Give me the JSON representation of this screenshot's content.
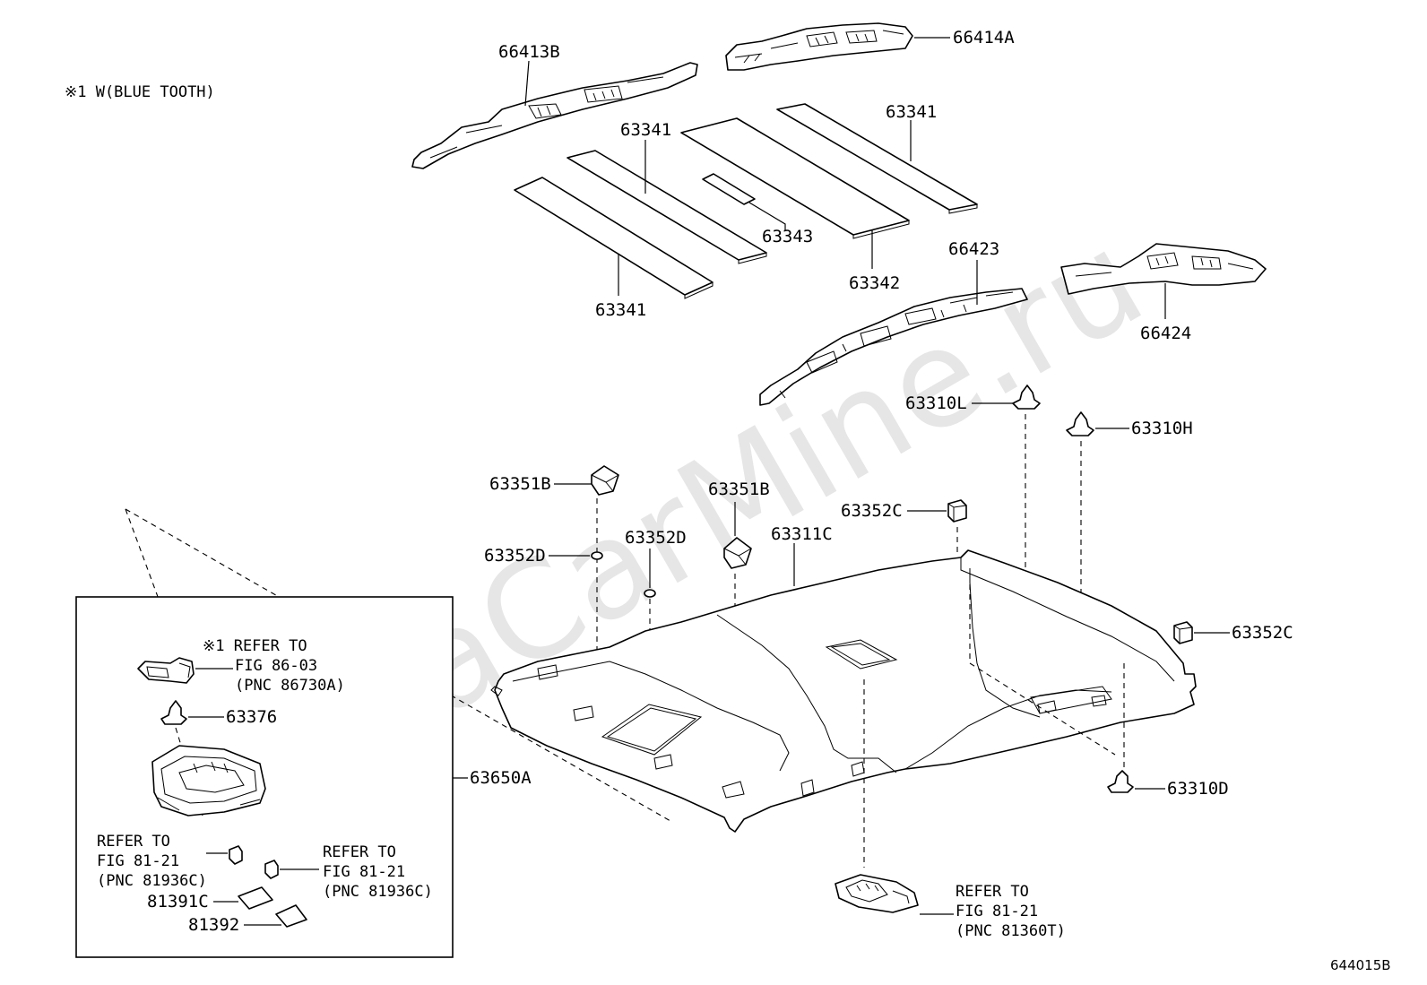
{
  "note": "※1 W(BLUE TOOTH)",
  "watermark": "ToyotaCarMine.ru",
  "figure_id": "644015B",
  "parts": {
    "p66413B": "66413B",
    "p66414A": "66414A",
    "p63341_a": "63341",
    "p63341_b": "63341",
    "p63341_c": "63341",
    "p63343": "63343",
    "p63342": "63342",
    "p66423": "66423",
    "p66424": "66424",
    "p63310L": "63310L",
    "p63310H": "63310H",
    "p63351B_a": "63351B",
    "p63351B_b": "63351B",
    "p63352C_a": "63352C",
    "p63352C_b": "63352C",
    "p63352D_a": "63352D",
    "p63352D_b": "63352D",
    "p63311C": "63311C",
    "p63310D": "63310D",
    "p63650A": "63650A",
    "p63376": "63376",
    "p81391C": "81391C",
    "p81392": "81392"
  },
  "refs": {
    "bt": [
      "※1 REFER TO",
      "FIG 86-03",
      "(PNC 86730A)"
    ],
    "left_clip": [
      "REFER TO",
      "FIG 81-21",
      "(PNC 81936C)"
    ],
    "right_clip": [
      "REFER TO",
      "FIG 81-21",
      "(PNC 81936C)"
    ],
    "room_lamp": [
      "REFER TO",
      "FIG 81-21",
      "(PNC 81360T)"
    ]
  }
}
